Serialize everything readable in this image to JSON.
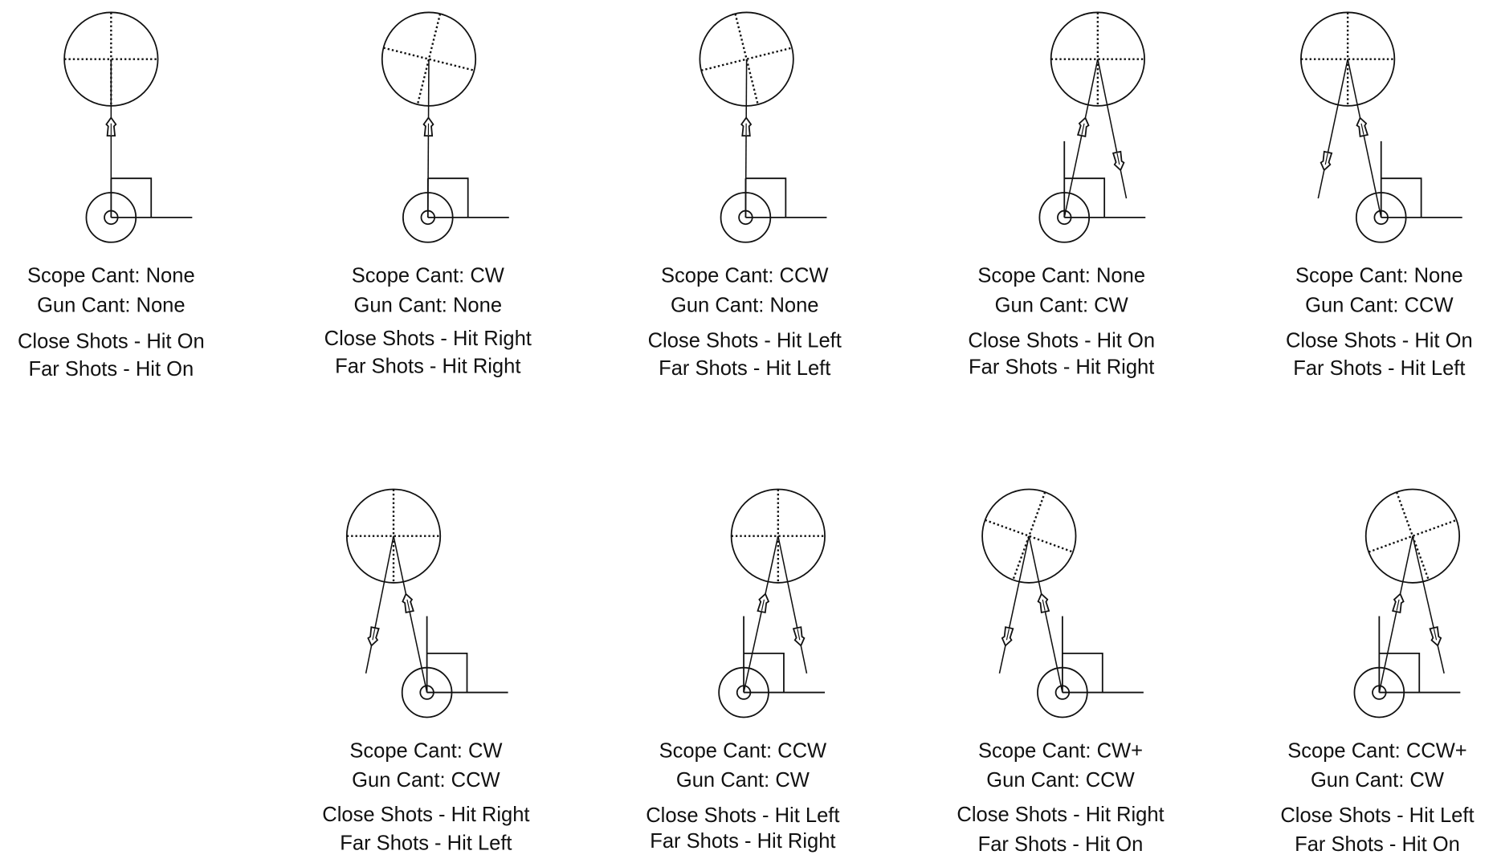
{
  "colors": {
    "ink": "#111111",
    "background": "#ffffff"
  },
  "panels": [
    {
      "scope_cant": "Scope Cant: None",
      "gun_cant": "Gun Cant: None",
      "close": "Close Shots - Hit On",
      "far": "Far Shots - Hit On",
      "scope_rotation": "none",
      "gun_tilt": "none"
    },
    {
      "scope_cant": "Scope Cant: CW",
      "gun_cant": "Gun Cant: None",
      "close": "Close Shots - Hit Right",
      "far": "Far Shots - Hit Right",
      "scope_rotation": "CW",
      "gun_tilt": "none"
    },
    {
      "scope_cant": "Scope Cant: CCW",
      "gun_cant": "Gun Cant: None",
      "close": "Close Shots - Hit Left",
      "far": "Far Shots - Hit Left",
      "scope_rotation": "CCW",
      "gun_tilt": "none"
    },
    {
      "scope_cant": "Scope Cant: None",
      "gun_cant": "Gun Cant: CW",
      "close": "Close Shots - Hit On",
      "far": "Far Shots - Hit Right",
      "scope_rotation": "none",
      "gun_tilt": "CW"
    },
    {
      "scope_cant": "Scope Cant: None",
      "gun_cant": "Gun Cant: CCW",
      "close": "Close Shots - Hit On",
      "far": "Far Shots - Hit Left",
      "scope_rotation": "none",
      "gun_tilt": "CCW"
    },
    {
      "scope_cant": "Scope Cant: CW",
      "gun_cant": "Gun Cant: CCW",
      "close": "Close Shots - Hit Right",
      "far": "Far Shots - Hit Left",
      "scope_rotation": "none",
      "gun_tilt": "CCW"
    },
    {
      "scope_cant": "Scope Cant: CCW",
      "gun_cant": "Gun Cant: CW",
      "close": "Close Shots - Hit Left",
      "far": "Far Shots - Hit Right",
      "scope_rotation": "none",
      "gun_tilt": "CW"
    },
    {
      "scope_cant": "Scope Cant: CW+",
      "gun_cant": "Gun Cant: CCW",
      "close": "Close Shots - Hit Right",
      "far": "Far Shots - Hit On",
      "scope_rotation": "CW+",
      "gun_tilt": "CCW"
    },
    {
      "scope_cant": "Scope Cant: CCW+",
      "gun_cant": "Gun Cant: CW",
      "close": "Close Shots - Hit Left",
      "far": "Far Shots - Hit On",
      "scope_rotation": "CCW+",
      "gun_tilt": "CW"
    }
  ]
}
